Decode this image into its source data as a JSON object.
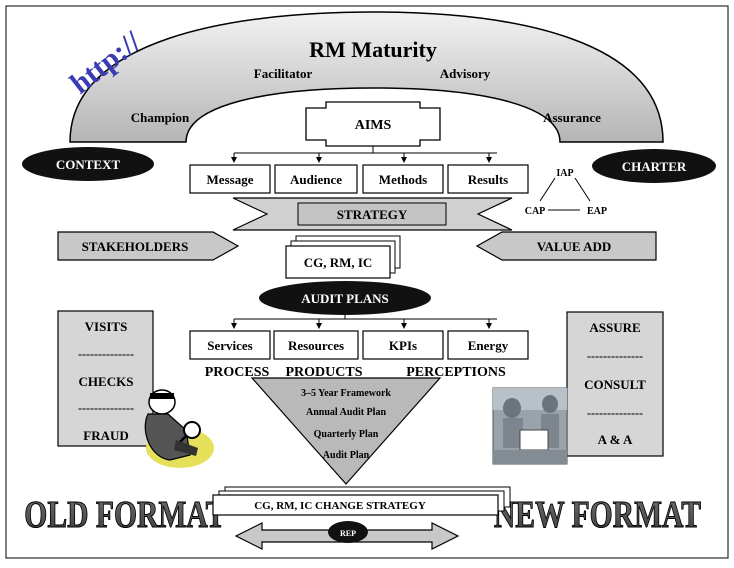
{
  "arch": {
    "title": "RM Maturity",
    "labels": [
      "Facilitator",
      "Advisory",
      "Champion",
      "Assurance"
    ]
  },
  "aims": "AIMS",
  "context": "CONTEXT",
  "charter": "CHARTER",
  "top_boxes": [
    "Message",
    "Audience",
    "Methods",
    "Results"
  ],
  "triangle_small": {
    "top": "IAP",
    "left": "CAP",
    "right": "EAP"
  },
  "strategy": "STRATEGY",
  "stakeholders": "STAKEHOLDERS",
  "value_add": "VALUE ADD",
  "cg_rm_ic": "CG, RM, IC",
  "audit_plans": "AUDIT PLANS",
  "mid_boxes": [
    "Services",
    "Resources",
    "KPIs",
    "Energy"
  ],
  "row_labels": [
    "PROCESS",
    "PRODUCTS",
    "PERCEPTIONS"
  ],
  "left_panel": [
    "VISITS",
    "--------------",
    "CHECKS",
    "--------------",
    "FRAUD"
  ],
  "right_panel": [
    "ASSURE",
    "--------------",
    "CONSULT",
    "--------------",
    "A & A"
  ],
  "triangle_items": [
    "3–5 Year Framework",
    "Annual Audit Plan",
    "Quarterly Plan",
    "Audit Plan"
  ],
  "old_format": "OLD FORMAT",
  "new_format": "NEW FORMAT",
  "change_strategy": "CG, RM, IC CHANGE STRATEGY",
  "rep": "REP",
  "watermark": "http://",
  "colors": {
    "gray": "#c8c8c8",
    "dark": "#1a1a1a",
    "panel": "#d6d6d6"
  }
}
